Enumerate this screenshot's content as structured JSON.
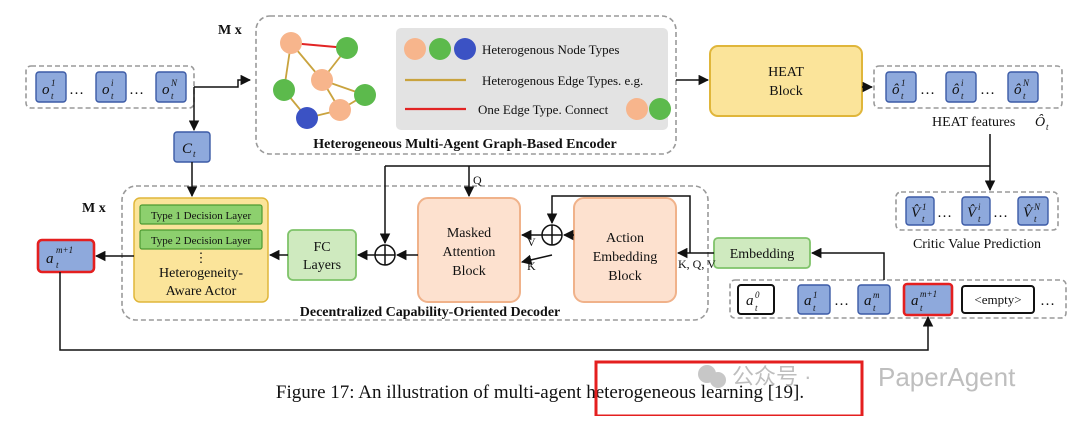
{
  "colors": {
    "token_fill": "#8ea9dc",
    "token_stroke": "#3b5aa6",
    "heat_fill": "#fbe49a",
    "heat_stroke": "#e0b63a",
    "orange_fill": "#fde1cf",
    "orange_stroke": "#f0b28a",
    "green_fill": "#cfeabf",
    "green_stroke": "#7fc36a",
    "legend_bg": "#e3e3e3",
    "node_orange": "#f7b58c",
    "node_green": "#5cba4c",
    "node_blue": "#3b52c4",
    "edge_gold": "#c9a33e",
    "edge_red": "#e22424",
    "dash": "#9a9a9a",
    "highlight_red": "#e41f1f"
  },
  "left_obs": {
    "items": [
      {
        "sup": "1",
        "sub": "t"
      },
      {
        "sup": "i",
        "sub": "t"
      },
      {
        "sup": "N",
        "sub": "t"
      }
    ],
    "ellipsis": "…"
  },
  "ct_label": {
    "base": "C",
    "sub": "t"
  },
  "encoder": {
    "mx": "M x",
    "title": "Heterogeneous Multi-Agent Graph-Based Encoder",
    "legend": {
      "node_types": "Heterogenous Node Types",
      "edge_types": "Heterogenous Edge Types. e.g.",
      "one_edge": "One Edge Type. Connect"
    },
    "heat_block": [
      "HEAT",
      "Block"
    ]
  },
  "heat_features": {
    "items": [
      {
        "sup": "1",
        "sub": "t"
      },
      {
        "sup": "i",
        "sub": "t"
      },
      {
        "sup": "N",
        "sub": "t"
      }
    ],
    "caption_text": "HEAT features ",
    "caption_symbol": "Ô",
    "caption_sub": "t"
  },
  "critic": {
    "items": [
      {
        "sup": "1",
        "sub": "t"
      },
      {
        "sup": "i",
        "sub": "t"
      },
      {
        "sup": "N",
        "sub": "t"
      }
    ],
    "caption": "Critic Value Prediction"
  },
  "decoder": {
    "mx": "M x",
    "title": "Decentralized Capability-Oriented Decoder",
    "actor": {
      "layer1": "Type 1 Decision Layer",
      "layer2": "Type 2 Decision Layer",
      "dots": "⋮",
      "label": [
        "Heterogeneity-",
        "Aware Actor"
      ]
    },
    "fc": [
      "FC",
      "Layers"
    ],
    "masked": [
      "Masked",
      "Attention",
      "Block"
    ],
    "action_emb": [
      "Action",
      "Embedding",
      "Block"
    ],
    "embedding": "Embedding",
    "labels": {
      "q": "Q",
      "v": "V",
      "k": "K",
      "kqv": "K, Q, V"
    }
  },
  "output_action": {
    "sup": "m+1",
    "sub": "t"
  },
  "action_seq": {
    "a0": {
      "sup": "0",
      "sub": "t"
    },
    "a1": {
      "sup": "1",
      "sub": "t"
    },
    "am": {
      "sup": "m",
      "sub": "t"
    },
    "am1": {
      "sup": "m+1",
      "sub": "t"
    },
    "empty": "<empty>",
    "ellipsis": "…"
  },
  "caption": "Figure 17: An illustration of multi-agent heterogeneous learning [19].",
  "watermark": {
    "chinese": "公众号 ·",
    "brand": "PaperAgent"
  }
}
